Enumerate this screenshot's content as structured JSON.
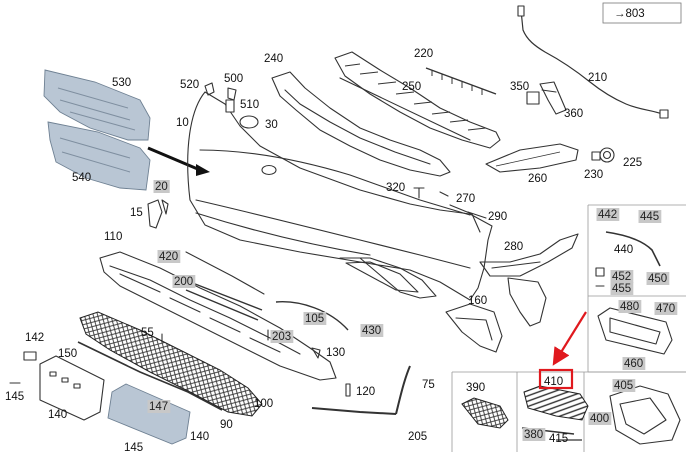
{
  "ref_box": {
    "label": "→803"
  },
  "callouts": [
    {
      "id": "530",
      "text": "530",
      "grey": false
    },
    {
      "id": "540",
      "text": "540",
      "grey": false
    },
    {
      "id": "520",
      "text": "520",
      "grey": false
    },
    {
      "id": "500",
      "text": "500",
      "grey": false
    },
    {
      "id": "510",
      "text": "510",
      "grey": false
    },
    {
      "id": "10",
      "text": "10",
      "grey": false
    },
    {
      "id": "30",
      "text": "30",
      "grey": false
    },
    {
      "id": "240",
      "text": "240",
      "grey": false
    },
    {
      "id": "220",
      "text": "220",
      "grey": false
    },
    {
      "id": "250",
      "text": "250",
      "grey": false
    },
    {
      "id": "350",
      "text": "350",
      "grey": false
    },
    {
      "id": "210",
      "text": "210",
      "grey": false
    },
    {
      "id": "360",
      "text": "360",
      "grey": false
    },
    {
      "id": "260",
      "text": "260",
      "grey": false
    },
    {
      "id": "230",
      "text": "230",
      "grey": false
    },
    {
      "id": "225",
      "text": "225",
      "grey": false
    },
    {
      "id": "20",
      "text": "20",
      "grey": true
    },
    {
      "id": "15",
      "text": "15",
      "grey": false
    },
    {
      "id": "320",
      "text": "320",
      "grey": false
    },
    {
      "id": "270",
      "text": "270",
      "grey": false
    },
    {
      "id": "290",
      "text": "290",
      "grey": false
    },
    {
      "id": "110",
      "text": "110",
      "grey": false
    },
    {
      "id": "420",
      "text": "420",
      "grey": true
    },
    {
      "id": "200",
      "text": "200",
      "grey": true
    },
    {
      "id": "280",
      "text": "280",
      "grey": false
    },
    {
      "id": "442",
      "text": "442",
      "grey": true
    },
    {
      "id": "445",
      "text": "445",
      "grey": true
    },
    {
      "id": "440",
      "text": "440",
      "grey": false
    },
    {
      "id": "452",
      "text": "452",
      "grey": true
    },
    {
      "id": "455",
      "text": "455",
      "grey": true
    },
    {
      "id": "450",
      "text": "450",
      "grey": true
    },
    {
      "id": "480",
      "text": "480",
      "grey": true
    },
    {
      "id": "470",
      "text": "470",
      "grey": true
    },
    {
      "id": "460",
      "text": "460",
      "grey": true
    },
    {
      "id": "160",
      "text": "160",
      "grey": false
    },
    {
      "id": "105",
      "text": "105",
      "grey": true
    },
    {
      "id": "430",
      "text": "430",
      "grey": true
    },
    {
      "id": "203",
      "text": "203",
      "grey": true
    },
    {
      "id": "55",
      "text": "55",
      "grey": false
    },
    {
      "id": "130",
      "text": "130",
      "grey": false
    },
    {
      "id": "142",
      "text": "142",
      "grey": false
    },
    {
      "id": "150",
      "text": "150",
      "grey": false
    },
    {
      "id": "145a",
      "text": "145",
      "grey": false
    },
    {
      "id": "140a",
      "text": "140",
      "grey": false
    },
    {
      "id": "147",
      "text": "147",
      "grey": true
    },
    {
      "id": "140b",
      "text": "140",
      "grey": false
    },
    {
      "id": "145b",
      "text": "145",
      "grey": false
    },
    {
      "id": "90",
      "text": "90",
      "grey": false
    },
    {
      "id": "100",
      "text": "100",
      "grey": false
    },
    {
      "id": "120",
      "text": "120",
      "grey": false
    },
    {
      "id": "75",
      "text": "75",
      "grey": false
    },
    {
      "id": "205",
      "text": "205",
      "grey": false
    },
    {
      "id": "390",
      "text": "390",
      "grey": false
    },
    {
      "id": "410",
      "text": "410",
      "grey": false
    },
    {
      "id": "380",
      "text": "380",
      "grey": true
    },
    {
      "id": "415",
      "text": "415",
      "grey": false
    },
    {
      "id": "405",
      "text": "405",
      "grey": true
    },
    {
      "id": "400",
      "text": "400",
      "grey": true
    }
  ],
  "highlight": {
    "part": "410",
    "color": "#e0191e"
  }
}
